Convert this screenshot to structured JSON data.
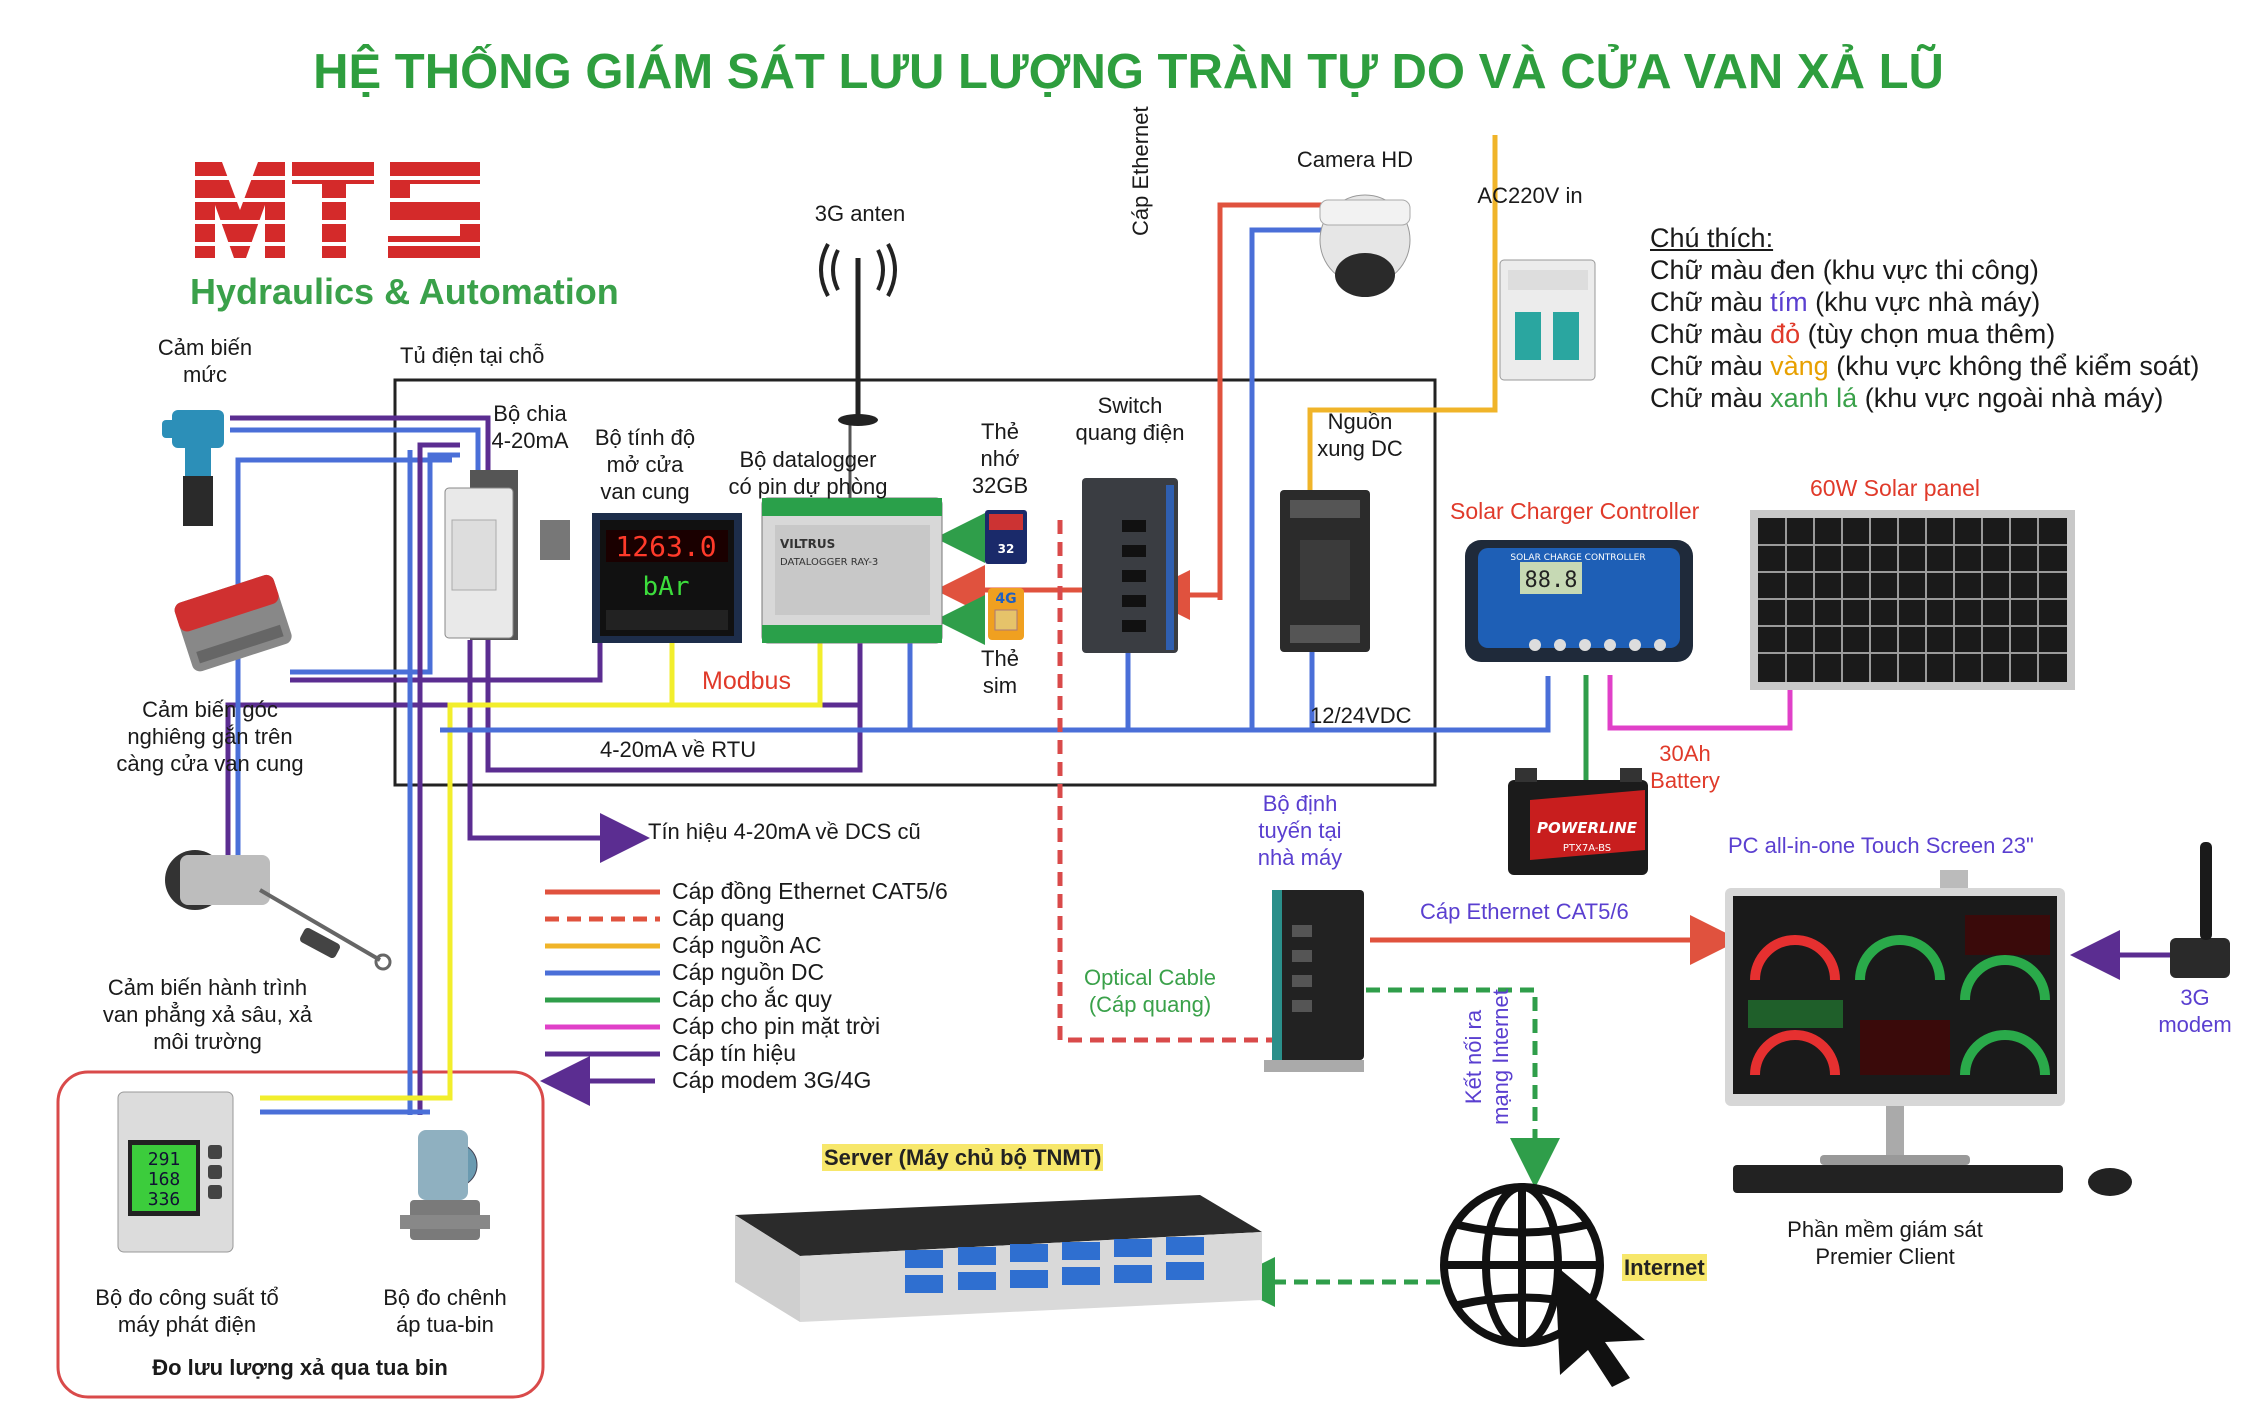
{
  "title": "HỆ THỐNG GIÁM SÁT LƯU LƯỢNG TRÀN TỰ DO VÀ CỬA VAN XẢ LŨ",
  "brand": {
    "logo_text": "MTS",
    "tagline": "Hydraulics & Automation"
  },
  "notes": {
    "heading": "Chú thích:",
    "lines": [
      {
        "pre": "Chữ màu ",
        "word": "đen",
        "post": " (khu vực thi công)",
        "color": "#1a1a1a"
      },
      {
        "pre": "Chữ màu ",
        "word": "tím",
        "post": " (khu vực nhà máy)",
        "color": "#5a3fd0"
      },
      {
        "pre": "Chữ màu ",
        "word": "đỏ",
        "post": " (tùy chọn mua thêm)",
        "color": "#e03a2a"
      },
      {
        "pre": "Chữ màu ",
        "word": "vàng",
        "post": " (khu vực không thể kiểm soát)",
        "color": "#e8a000"
      },
      {
        "pre": "Chữ màu ",
        "word": "xanh lá",
        "post": " (khu vực ngoài nhà máy)",
        "color": "#3aa14a"
      }
    ]
  },
  "labels": {
    "level_sensor": [
      "Cảm biến",
      "mức"
    ],
    "cabinet": "Tủ điện tại chỗ",
    "splitter": [
      "Bộ chia",
      "4-20mA"
    ],
    "gate_calc": [
      "Bộ tính độ",
      "mở cửa",
      "van cung"
    ],
    "datalogger": [
      "Bộ datalogger",
      "có pin dự phòng"
    ],
    "memory_card": [
      "Thẻ",
      "nhớ",
      "32GB"
    ],
    "sim_card": [
      "Thẻ",
      "sim"
    ],
    "antenna": "3G anten",
    "switch": [
      "Switch",
      "quang điện"
    ],
    "camera": "Camera HD",
    "ethernet_cable": "Cáp Ethernet",
    "ac_in": "AC220V in",
    "psu": [
      "Nguồn",
      "xung DC"
    ],
    "modbus": "Modbus",
    "dc_out": "12/24VDC",
    "rtu": "4-20mA về RTU",
    "dcs": "Tín hiệu 4-20mA về DCS cũ",
    "tilt_sensor": [
      "Cảm biến góc",
      "nghiêng gắn trên",
      "càng cửa van cung"
    ],
    "stroke_sensor": [
      "Cảm biến hành trình",
      "van phẳng xả sâu, xả",
      "môi trường"
    ],
    "power_meter": [
      "Bộ đo công suất tổ",
      "máy phát điện"
    ],
    "dp_meter": [
      "Bộ đo chênh",
      "áp tua-bin"
    ],
    "turbine_box": "Đo lưu lượng xả qua tua bin",
    "solar_controller": "Solar Charger Controller",
    "solar_panel": "60W Solar panel",
    "battery": [
      "30Ah",
      "Battery"
    ],
    "router": [
      "Bộ định",
      "tuyến tại",
      "nhà máy"
    ],
    "ethernet_cat": "Cáp Ethernet CAT5/6",
    "optical": [
      "Optical Cable",
      "(Cáp quang)"
    ],
    "pc": "PC all-in-one Touch Screen 23\"",
    "modem": [
      "3G",
      "modem"
    ],
    "internet_link": [
      "Kết nối ra",
      "mạng Internet"
    ],
    "internet": "Internet",
    "server": "Server (Máy chủ bộ TNMT)",
    "software": [
      "Phần mềm giám sát",
      "Premier Client"
    ],
    "battery_brand": "POWERLINE",
    "battery_model": "PTX7A-BS",
    "controller_display": "88.8",
    "controller_title": "SOLAR CHARGE CONTROLLER",
    "meter_display": [
      "291",
      "168",
      "336"
    ],
    "gate_display": [
      "1263.0",
      "bAr"
    ],
    "logger_brand": "VILTRUS",
    "logger_model": "DATALOGGER RAY-3",
    "card_size": "32",
    "sim_type": "4G"
  },
  "wire_legend": [
    {
      "label": "Cáp đồng Ethernet CAT5/6",
      "color": "#e0523e",
      "dashed": false
    },
    {
      "label": "Cáp quang",
      "color": "#e0523e",
      "dashed": true
    },
    {
      "label": "Cáp nguồn AC",
      "color": "#f0b429",
      "dashed": false
    },
    {
      "label": "Cáp nguồn DC",
      "color": "#4a6fd8",
      "dashed": false
    },
    {
      "label": "Cáp cho ắc quy",
      "color": "#2f9e4a",
      "dashed": false
    },
    {
      "label": "Cáp cho pin mặt trời",
      "color": "#e040c8",
      "dashed": false
    },
    {
      "label": "Cáp tín hiệu",
      "color": "#5b2d91",
      "dashed": false
    },
    {
      "label": "Cáp modem 3G/4G",
      "color": "#5b2d91",
      "dashed": false,
      "arrow": true
    }
  ],
  "colors": {
    "title": "#2e9e3e",
    "brand_red": "#d42a2a",
    "ethernet": "#e0523e",
    "ac": "#f0b429",
    "dc": "#4a6fd8",
    "battery": "#2f9e4a",
    "solar": "#e040c8",
    "signal": "#5b2d91",
    "analog_yellow": "#f2ee2c",
    "optical_green": "#3aa14a"
  }
}
